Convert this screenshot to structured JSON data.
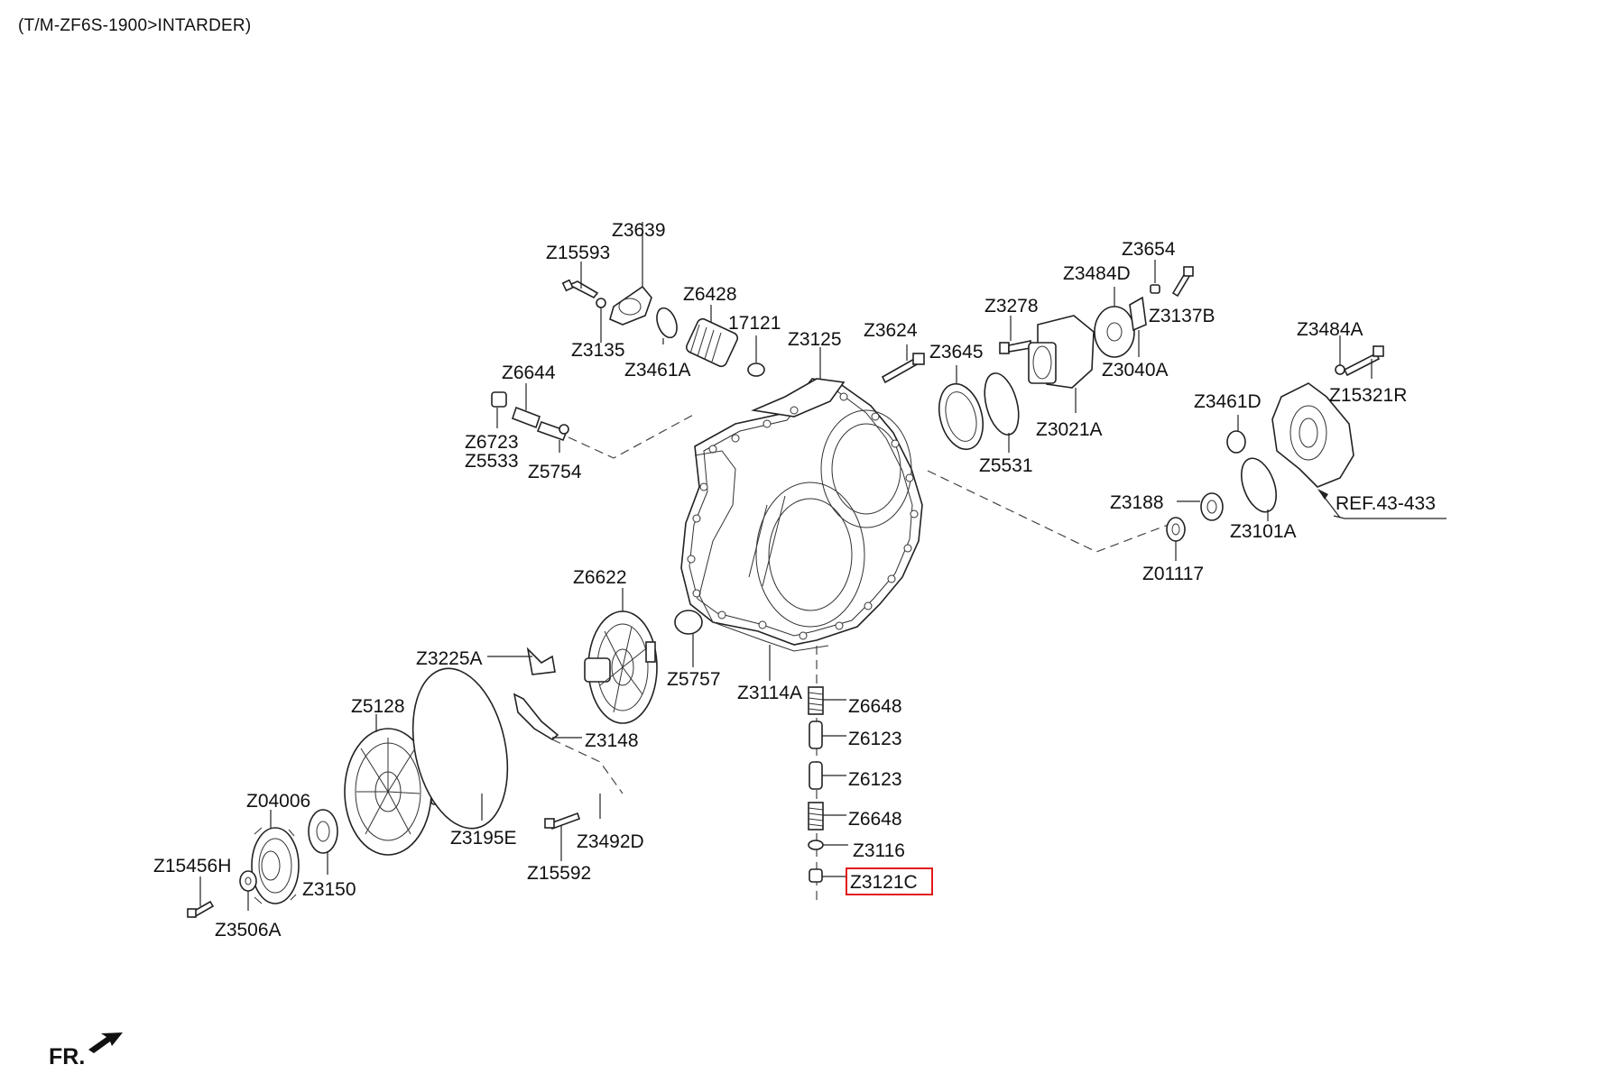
{
  "title": "(T/M-ZF6S-1900>INTARDER)",
  "orientation_label": "FR.",
  "labels": {
    "Z3639": "Z3639",
    "Z15593": "Z15593",
    "Z6428": "Z6428",
    "Z3135": "Z3135",
    "Z3461A": "Z3461A",
    "N17121": "17121",
    "Z3125": "Z3125",
    "Z3624": "Z3624",
    "Z6644": "Z6644",
    "Z6723": "Z6723",
    "Z5533": "Z5533",
    "Z5754": "Z5754",
    "Z3645": "Z3645",
    "Z5531": "Z5531",
    "Z3278": "Z3278",
    "Z3484D": "Z3484D",
    "Z3654": "Z3654",
    "Z3137B": "Z3137B",
    "Z3040A": "Z3040A",
    "Z3021A": "Z3021A",
    "Z3484A": "Z3484A",
    "Z15321R": "Z15321R",
    "Z3461D": "Z3461D",
    "Z3188": "Z3188",
    "Z3101A": "Z3101A",
    "REF": "REF.43-433",
    "Z01117": "Z01117",
    "Z6622": "Z6622",
    "Z3225A": "Z3225A",
    "Z5757": "Z5757",
    "Z3114A": "Z3114A",
    "Z6648a": "Z6648",
    "Z6123a": "Z6123",
    "Z6123b": "Z6123",
    "Z6648b": "Z6648",
    "Z3116": "Z3116",
    "Z3121C": "Z3121C",
    "Z5128": "Z5128",
    "Z3148": "Z3148",
    "Z3195E": "Z3195E",
    "Z3492D": "Z3492D",
    "Z15592": "Z15592",
    "Z04006": "Z04006",
    "Z15456H": "Z15456H",
    "Z3150": "Z3150",
    "Z3506A": "Z3506A"
  },
  "highlight_color": "#e01a1a"
}
